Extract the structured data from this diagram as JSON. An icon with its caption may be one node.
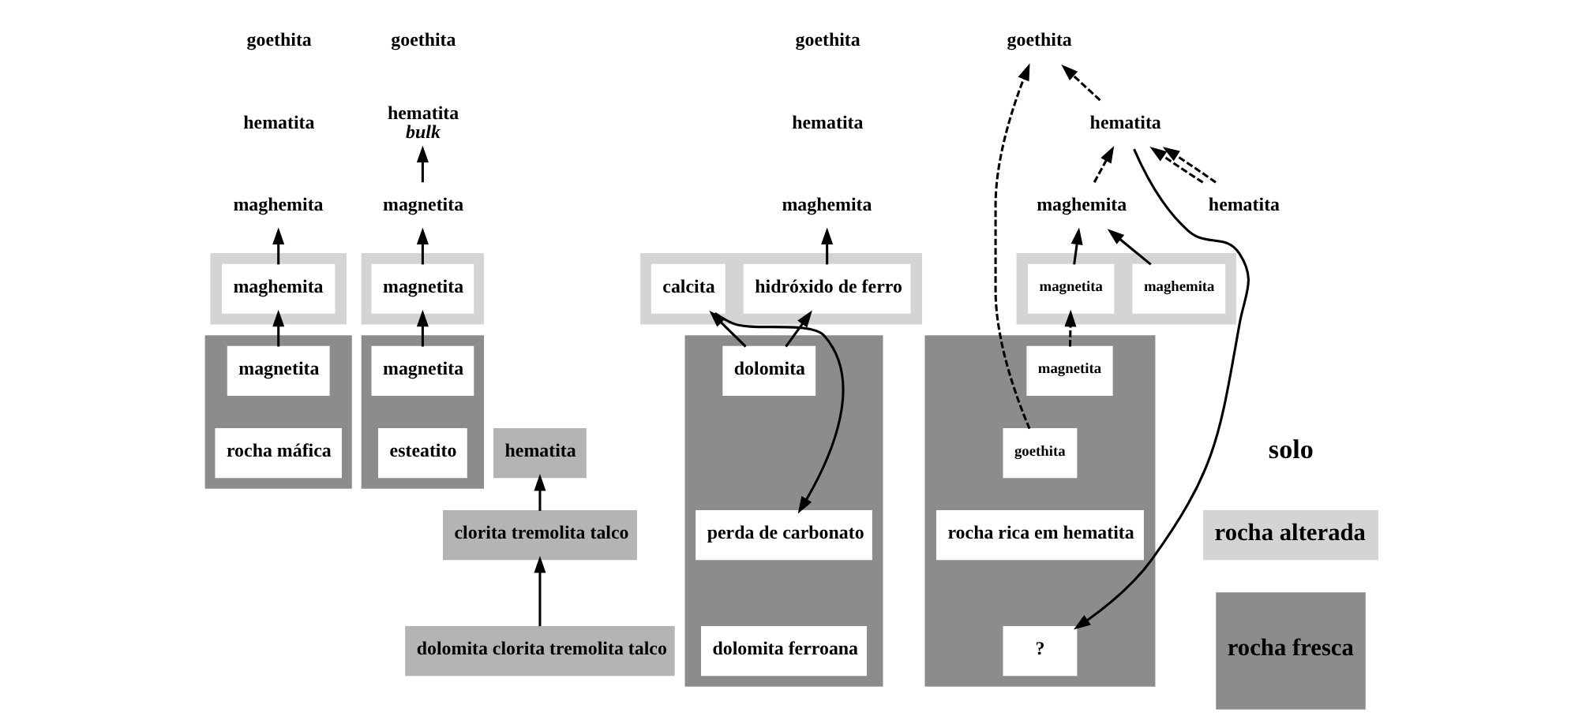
{
  "diagram": {
    "nodes": [
      {
        "text": [
          "goethita"
        ]
      },
      {
        "text": [
          "hematita"
        ]
      },
      {
        "text": [
          "maghemita"
        ]
      },
      {
        "text": [],
        "shape": "box"
      },
      {
        "text": [
          "maghemita"
        ],
        "in": 3
      },
      {
        "text": [],
        "shape": "box"
      },
      {
        "text": [
          "magnetita"
        ],
        "in": 5
      },
      {
        "text": [
          "rocha máfica"
        ],
        "in": 5
      },
      {
        "text": [
          "goethita"
        ]
      },
      {
        "text": [
          "hematita",
          "bulk"
        ]
      },
      {
        "text": [
          "hematita"
        ]
      },
      {
        "text": [
          "magnetita"
        ]
      },
      {
        "text": [],
        "shape": "box"
      },
      {
        "text": [
          "magnetita"
        ],
        "in": 12
      },
      {
        "text": [
          "clorita tremolita talco"
        ]
      },
      {
        "text": [],
        "shape": "box"
      },
      {
        "text": [
          "magnetita"
        ],
        "in": 15
      },
      {
        "text": [
          "esteatito"
        ],
        "in": 15
      },
      {
        "text": [
          "dolomita clorita tremolita talco"
        ]
      },
      {
        "text": [
          "goethita"
        ]
      },
      {
        "text": [
          "hematita"
        ]
      },
      {
        "text": [
          "maghemita"
        ]
      },
      {
        "text": [],
        "shape": "box"
      },
      {
        "text": [
          "hidróxido de ferro"
        ],
        "in": 22
      },
      {
        "text": [
          "calcita"
        ],
        "in": 22
      },
      {
        "text": [],
        "shape": "box"
      },
      {
        "text": [
          "dolomita"
        ],
        "in": 25
      },
      {
        "text": [
          "perda de carbonato"
        ],
        "in": 25
      },
      {
        "text": [
          "dolomita ferroana"
        ],
        "in": 25
      },
      {
        "text": [
          "goethita"
        ]
      },
      {
        "text": [
          "hematita"
        ]
      },
      {
        "text": [
          "maghemita"
        ]
      },
      {
        "text": [],
        "shape": "box"
      },
      {
        "text": [
          "maghemita"
        ],
        "in": 32
      },
      {
        "text": [
          "magnetita"
        ],
        "in": 32
      },
      {
        "text": [],
        "shape": "box"
      },
      {
        "text": [
          "magnetita"
        ],
        "in": 35
      },
      {
        "text": [
          "goethita"
        ],
        "in": 35
      },
      {
        "text": [
          "rocha rica em hematita"
        ],
        "in": 35
      },
      {
        "text": [
          "hematita"
        ]
      },
      {
        "text": [
          "?"
        ],
        "in": 35
      },
      {
        "text": [
          "solo"
        ]
      },
      {
        "text": [
          "rocha alterada"
        ]
      },
      {
        "text": [
          "rocha fresca"
        ]
      }
    ],
    "edges": [
      {
        "from": 6,
        "to": 4,
        "arrow": "to"
      },
      {
        "from": 4,
        "to": 2,
        "arrow": "to"
      },
      {
        "from": 16,
        "to": 13,
        "arrow": "to"
      },
      {
        "from": 13,
        "to": 11,
        "arrow": "to"
      },
      {
        "from": 11,
        "to": 9,
        "arrow": "to"
      },
      {
        "from": 18,
        "to": 14,
        "arrow": "to"
      },
      {
        "from": 14,
        "to": 10,
        "arrow": "to"
      },
      {
        "from": 23,
        "to": 21,
        "arrow": "to"
      },
      {
        "from": 26,
        "to": 23,
        "arrow": "to"
      },
      {
        "from": 26,
        "to": 24,
        "arrow": "to"
      },
      {
        "from": 24,
        "to": 27,
        "arrow": "to"
      },
      {
        "from": 33,
        "to": 31,
        "arrow": "to"
      },
      {
        "from": 34,
        "to": 31,
        "arrow": "to"
      },
      {
        "from": 36,
        "to": 34,
        "arrow": "to",
        "style": "dashed"
      },
      {
        "from": 37,
        "to": 29,
        "arrow": "to",
        "style": "dashed"
      },
      {
        "from": 31,
        "to": 30,
        "arrow": "to",
        "style": "dashed"
      },
      {
        "from": 30,
        "to": 29,
        "arrow": "to",
        "style": "dashed"
      },
      {
        "from": 39,
        "to": 30,
        "arrow": "to",
        "style": "dashed"
      },
      {
        "from": 39,
        "to": 30,
        "arrow": "to",
        "style": "dashed"
      },
      {
        "from": 30,
        "to": 40,
        "arrow": "to"
      }
    ]
  }
}
